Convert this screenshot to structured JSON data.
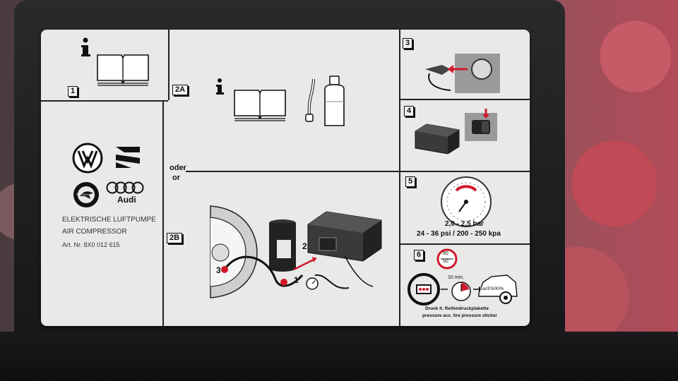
{
  "panels": {
    "p1": {
      "tag": "1"
    },
    "p2a": {
      "tag": "2A"
    },
    "p2b": {
      "tag": "2B",
      "or_de": "oder",
      "or_en": "or"
    },
    "p3": {
      "tag": "3"
    },
    "p4": {
      "tag": "4"
    },
    "p5": {
      "tag": "5",
      "line1": "2,0 - 2,5 bar",
      "line2": "24 - 36 psi / 200 - 250 kpa"
    },
    "p6": {
      "tag": "6",
      "speed_top": "80",
      "speed_bottom": "50",
      "time": "10 min.",
      "car_label": "bar/PSI/KPA",
      "note1": "Druck lt. Reifendruckplakette",
      "note2": "pressure acc. tire pressure sticker"
    }
  },
  "brand": {
    "product_de": "ELEKTRISCHE LUFTPUMPE",
    "product_en": "AIR COMPRESSOR",
    "art_nr": "Art. Nr. 8X0 012 615",
    "audi": "Audi",
    "skoda": "ŠKODA AUTO"
  },
  "diagram_numbers": {
    "n1": "1",
    "n2": "2",
    "n3": "3"
  },
  "icons": [
    "info-icon",
    "manual-book-icon",
    "sealant-bottle-icon",
    "filler-hose-icon",
    "vw-logo",
    "seat-logo",
    "skoda-logo",
    "audi-logo",
    "compressor-icon",
    "pressure-gauge-icon",
    "tire-icon",
    "steering-wheel-icon",
    "clock-icon",
    "car-icon",
    "power-plug-icon",
    "switch-icon"
  ],
  "colors": {
    "accent_red": "#d0182a",
    "label_bg": "#e9e9e7",
    "ink": "#111111"
  }
}
